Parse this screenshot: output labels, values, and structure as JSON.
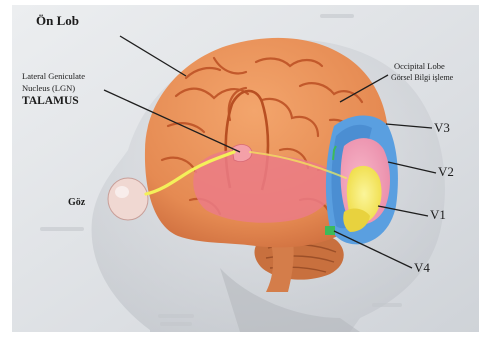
{
  "labels": {
    "front_lobe": "Ön Lob",
    "lgn_line1": "Lateral Geniculate",
    "lgn_line2": "Nucleus (LGN)",
    "thalamus": "TALAMUS",
    "eye": "Göz",
    "occipital_line1": "Occipital Lobe",
    "occipital_line2": "Görsel Bilgi işleme",
    "v3": "V3",
    "v2": "V2",
    "v1": "V1",
    "v4": "V4"
  },
  "colors": {
    "background": "#ffffff",
    "studio": "#dcdfe3",
    "brain": "#e8915a",
    "brain_gyri": "#d56f3a",
    "thalamus": "#eb7b86",
    "cerebellum": "#c8703e",
    "visual_area_blue": "#5a9fe0",
    "visual_area_pink": "#f2a3bd",
    "visual_area_yellow": "#f3e65a",
    "v4_marker": "#3cba5a",
    "optic_path": "#f4f05a",
    "leader_line": "#1e1e1e"
  }
}
